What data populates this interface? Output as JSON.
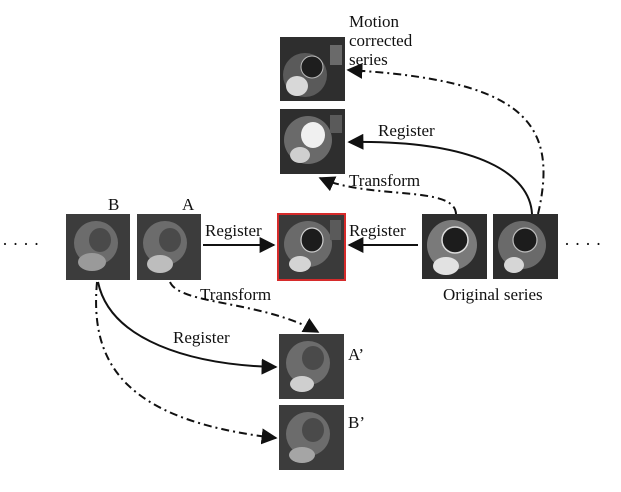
{
  "labels": {
    "motion_corrected": [
      "Motion",
      "corrected",
      "series"
    ],
    "register_top": "Register",
    "transform_top": "Transform",
    "register_left": "Register",
    "register_right": "Register",
    "transform_bottom": "Transform",
    "register_bottom": "Register",
    "frame_b": "B",
    "frame_a": "A",
    "frame_a_prime": "A’",
    "frame_b_prime": "B’",
    "original_series": "Original series",
    "ellipsis_left": "· · · ·",
    "ellipsis_right": "· · · ·"
  },
  "colors": {
    "reference_border": "#d62b2b",
    "arrow": "#111111"
  }
}
